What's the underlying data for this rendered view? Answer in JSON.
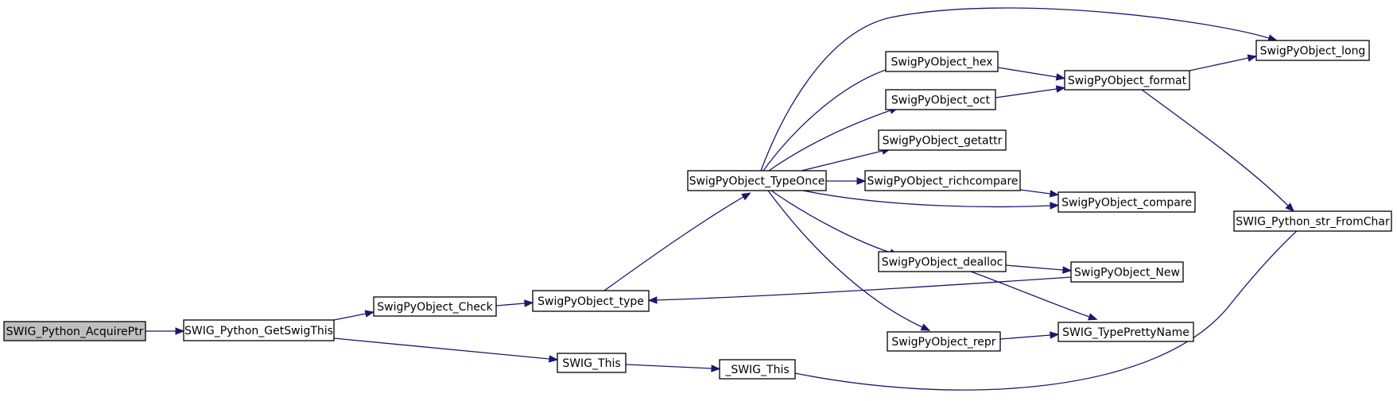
{
  "graph": {
    "colors": {
      "edge": "#191970",
      "node_border": "#000000",
      "root_fill": "#bfbfbf",
      "node_fill": "#ffffff"
    },
    "nodes": {
      "acquire_ptr": {
        "label": "SWIG_Python_AcquirePtr",
        "root": true
      },
      "get_swig_this": {
        "label": "SWIG_Python_GetSwigThis"
      },
      "pyobj_check": {
        "label": "SwigPyObject_Check"
      },
      "swig_this": {
        "label": "SWIG_This"
      },
      "pyobj_type": {
        "label": "SwigPyObject_type"
      },
      "_swig_this": {
        "label": "_SWIG_This"
      },
      "pyobj_typeonce": {
        "label": "SwigPyObject_TypeOnce"
      },
      "pyobj_hex": {
        "label": "SwigPyObject_hex"
      },
      "pyobj_oct": {
        "label": "SwigPyObject_oct"
      },
      "pyobj_getattr": {
        "label": "SwigPyObject_getattr"
      },
      "pyobj_richcompare": {
        "label": "SwigPyObject_richcompare"
      },
      "pyobj_dealloc": {
        "label": "SwigPyObject_dealloc"
      },
      "pyobj_repr": {
        "label": "SwigPyObject_repr"
      },
      "pyobj_format": {
        "label": "SwigPyObject_format"
      },
      "pyobj_compare": {
        "label": "SwigPyObject_compare"
      },
      "pyobj_new": {
        "label": "SwigPyObject_New"
      },
      "type_pretty_name": {
        "label": "SWIG_TypePrettyName"
      },
      "pyobj_long": {
        "label": "SwigPyObject_long"
      },
      "python_str_fromchar": {
        "label": "SWIG_Python_str_FromChar"
      }
    },
    "edges": [
      {
        "from": "acquire_ptr",
        "to": "get_swig_this"
      },
      {
        "from": "get_swig_this",
        "to": "pyobj_check"
      },
      {
        "from": "get_swig_this",
        "to": "swig_this"
      },
      {
        "from": "pyobj_check",
        "to": "pyobj_type"
      },
      {
        "from": "pyobj_type",
        "to": "pyobj_typeonce"
      },
      {
        "from": "pyobj_typeonce",
        "to": "pyobj_long"
      },
      {
        "from": "pyobj_typeonce",
        "to": "pyobj_hex"
      },
      {
        "from": "pyobj_typeonce",
        "to": "pyobj_oct"
      },
      {
        "from": "pyobj_typeonce",
        "to": "pyobj_getattr"
      },
      {
        "from": "pyobj_typeonce",
        "to": "pyobj_richcompare"
      },
      {
        "from": "pyobj_typeonce",
        "to": "pyobj_compare"
      },
      {
        "from": "pyobj_typeonce",
        "to": "pyobj_dealloc"
      },
      {
        "from": "pyobj_typeonce",
        "to": "pyobj_repr"
      },
      {
        "from": "pyobj_hex",
        "to": "pyobj_format"
      },
      {
        "from": "pyobj_oct",
        "to": "pyobj_format"
      },
      {
        "from": "pyobj_format",
        "to": "pyobj_long"
      },
      {
        "from": "pyobj_format",
        "to": "python_str_fromchar"
      },
      {
        "from": "pyobj_richcompare",
        "to": "pyobj_compare"
      },
      {
        "from": "pyobj_dealloc",
        "to": "pyobj_new"
      },
      {
        "from": "pyobj_dealloc",
        "to": "type_pretty_name"
      },
      {
        "from": "pyobj_new",
        "to": "pyobj_type"
      },
      {
        "from": "pyobj_repr",
        "to": "type_pretty_name"
      },
      {
        "from": "swig_this",
        "to": "_swig_this"
      },
      {
        "from": "_swig_this",
        "to": "python_str_fromchar"
      }
    ]
  }
}
